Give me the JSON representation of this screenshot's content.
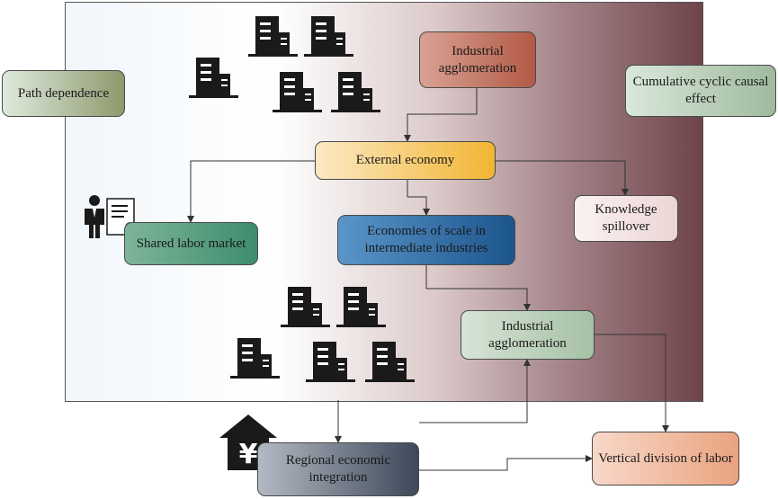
{
  "nodes": {
    "path_dependence": "Path dependence",
    "industrial_agglomeration_top": "Industrial agglomeration",
    "cumulative_effect": "Cumulative cyclic causal effect",
    "external_economy": "External economy",
    "knowledge_spillover": "Knowledge spillover",
    "economies_of_scale": "Economies of scale in intermediate industries",
    "shared_labor_market": "Shared labor market",
    "industrial_agglomeration_mid": "Industrial agglomeration",
    "regional_integration": "Regional economic integration",
    "vertical_division": "Vertical division of labor"
  },
  "colors": {
    "path_dependence": "#9aab8c",
    "industrial_agglomeration_top": "#c77f6e",
    "cumulative_effect": "#c7d8c8",
    "external_economy": "#f3c24a",
    "knowledge_spillover": "#f4e4e4",
    "economies_of_scale": "#2f6fa8",
    "shared_labor_market": "#4f9a7a",
    "industrial_agglomeration_mid": "#b9cfb8",
    "regional_integration": "#5d6878",
    "vertical_division": "#f0b79b"
  },
  "icons": {
    "building": "building-icon",
    "worker": "businessman-icon",
    "document": "contract-document-icon",
    "house_yuan": "house-yuan-icon"
  }
}
